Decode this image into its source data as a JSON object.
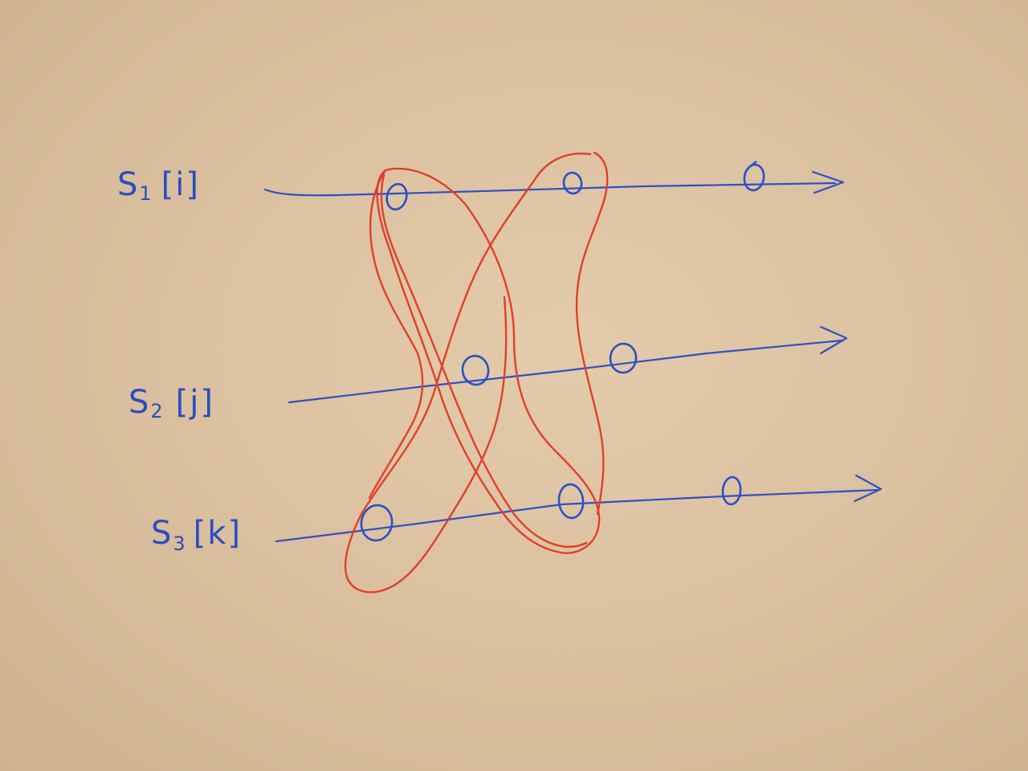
{
  "sequences": [
    {
      "id": "s1",
      "label_main": "S",
      "label_sub": "1",
      "label_index": "[i]"
    },
    {
      "id": "s2",
      "label_main": "S",
      "label_sub": "2",
      "label_index": "[j]"
    },
    {
      "id": "s3",
      "label_main": "S",
      "label_sub": "3",
      "label_index": "[k]"
    }
  ],
  "colors": {
    "background": "#dcc1a0",
    "sequence_ink": "#2f50c4",
    "grouping_ink": "#e0402a"
  },
  "groupings": [
    {
      "id": "loop-a",
      "members": [
        "s1 node 1",
        "s2 node 1",
        "s3 node 2"
      ]
    },
    {
      "id": "loop-b",
      "members": [
        "s1 node 2",
        "s2 node 1",
        "s3 node 1"
      ]
    }
  ]
}
